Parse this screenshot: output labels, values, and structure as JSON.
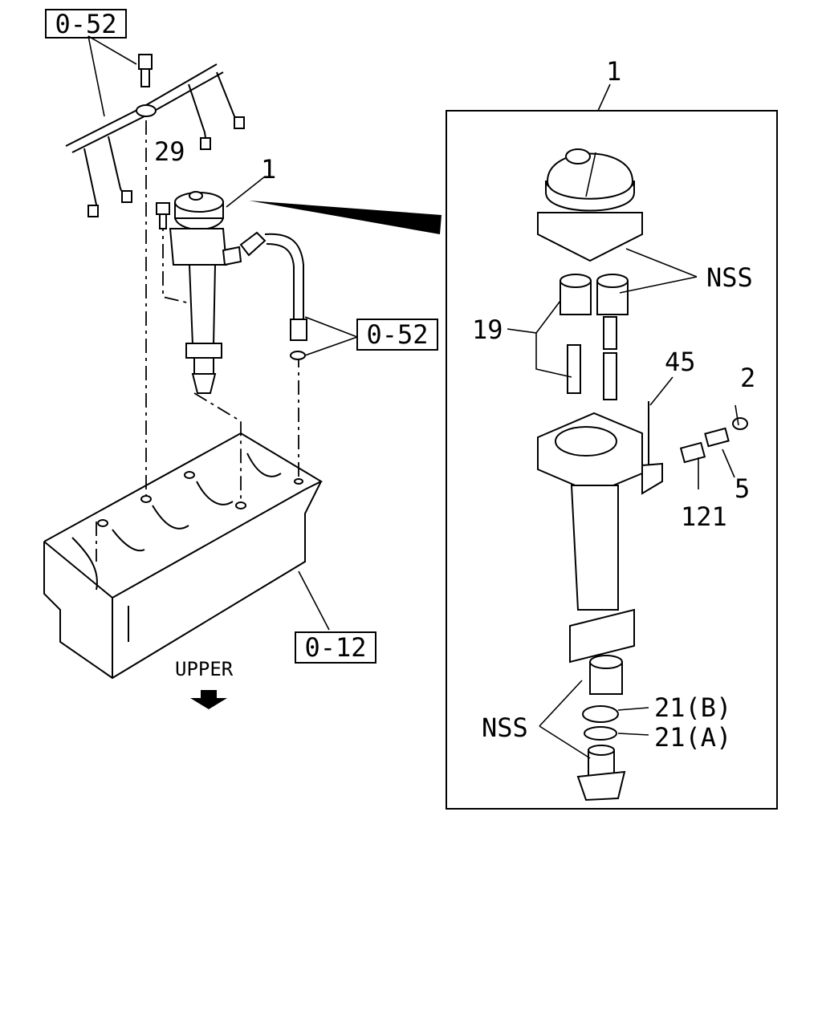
{
  "callouts": {
    "ref_top": "0-52",
    "ref_hose": "0-52",
    "ref_block": "0-12",
    "part_1_main": "1",
    "part_1_detail": "1",
    "part_29": "29",
    "part_19": "19",
    "part_45": "45",
    "part_2": "2",
    "part_5": "5",
    "part_121": "121",
    "nss_top": "NSS",
    "nss_bottom": "NSS",
    "part_21b": "21(B)",
    "part_21a": "21(A)"
  },
  "direction_label": "UPPER"
}
